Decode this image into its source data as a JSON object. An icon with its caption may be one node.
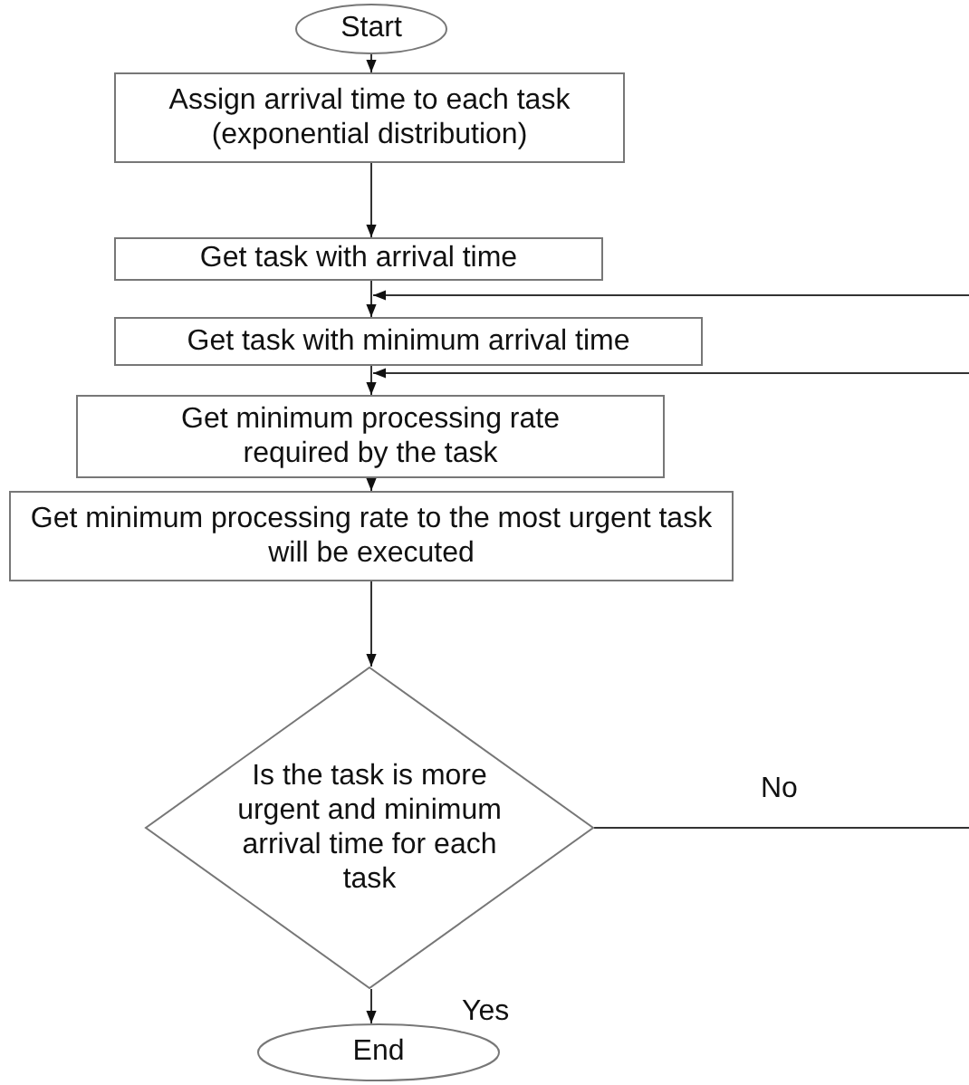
{
  "diagram": {
    "nodes": [
      {
        "text": [
          "Start"
        ]
      },
      {
        "text": [
          "Assign arrival time to each task (exponential distribution)"
        ]
      },
      {
        "text": [
          "Get task with arrival time"
        ]
      },
      {
        "text": [
          "Get task with minimum arrival time"
        ]
      },
      {
        "text": [
          "Get minimum processing rate required by the task"
        ]
      },
      {
        "text": [
          "Get minimum processing rate to the most urgent task will be executed"
        ]
      },
      {
        "text": [
          "Is the task is more urgent and minimum arrival time for each task"
        ]
      },
      {
        "text": [
          "End"
        ]
      }
    ],
    "edges": [
      {
        "from": 0,
        "to": 1,
        "arrow": "to"
      },
      {
        "from": 1,
        "to": 2,
        "arrow": "to"
      },
      {
        "from": 2,
        "to": 3,
        "arrow": "to"
      },
      {
        "from": 3,
        "to": 4,
        "arrow": "to"
      },
      {
        "from": 4,
        "to": 5,
        "arrow": "to"
      },
      {
        "from": 5,
        "to": 6,
        "arrow": "to"
      },
      {
        "from": 6,
        "to": 7,
        "label": "Yes",
        "arrow": "to"
      },
      {
        "from": 6,
        "to": null,
        "label": "No",
        "arrow": "none"
      },
      {
        "from": null,
        "to": 3,
        "arrow": "to"
      },
      {
        "from": null,
        "to": 4,
        "arrow": "to"
      }
    ]
  }
}
